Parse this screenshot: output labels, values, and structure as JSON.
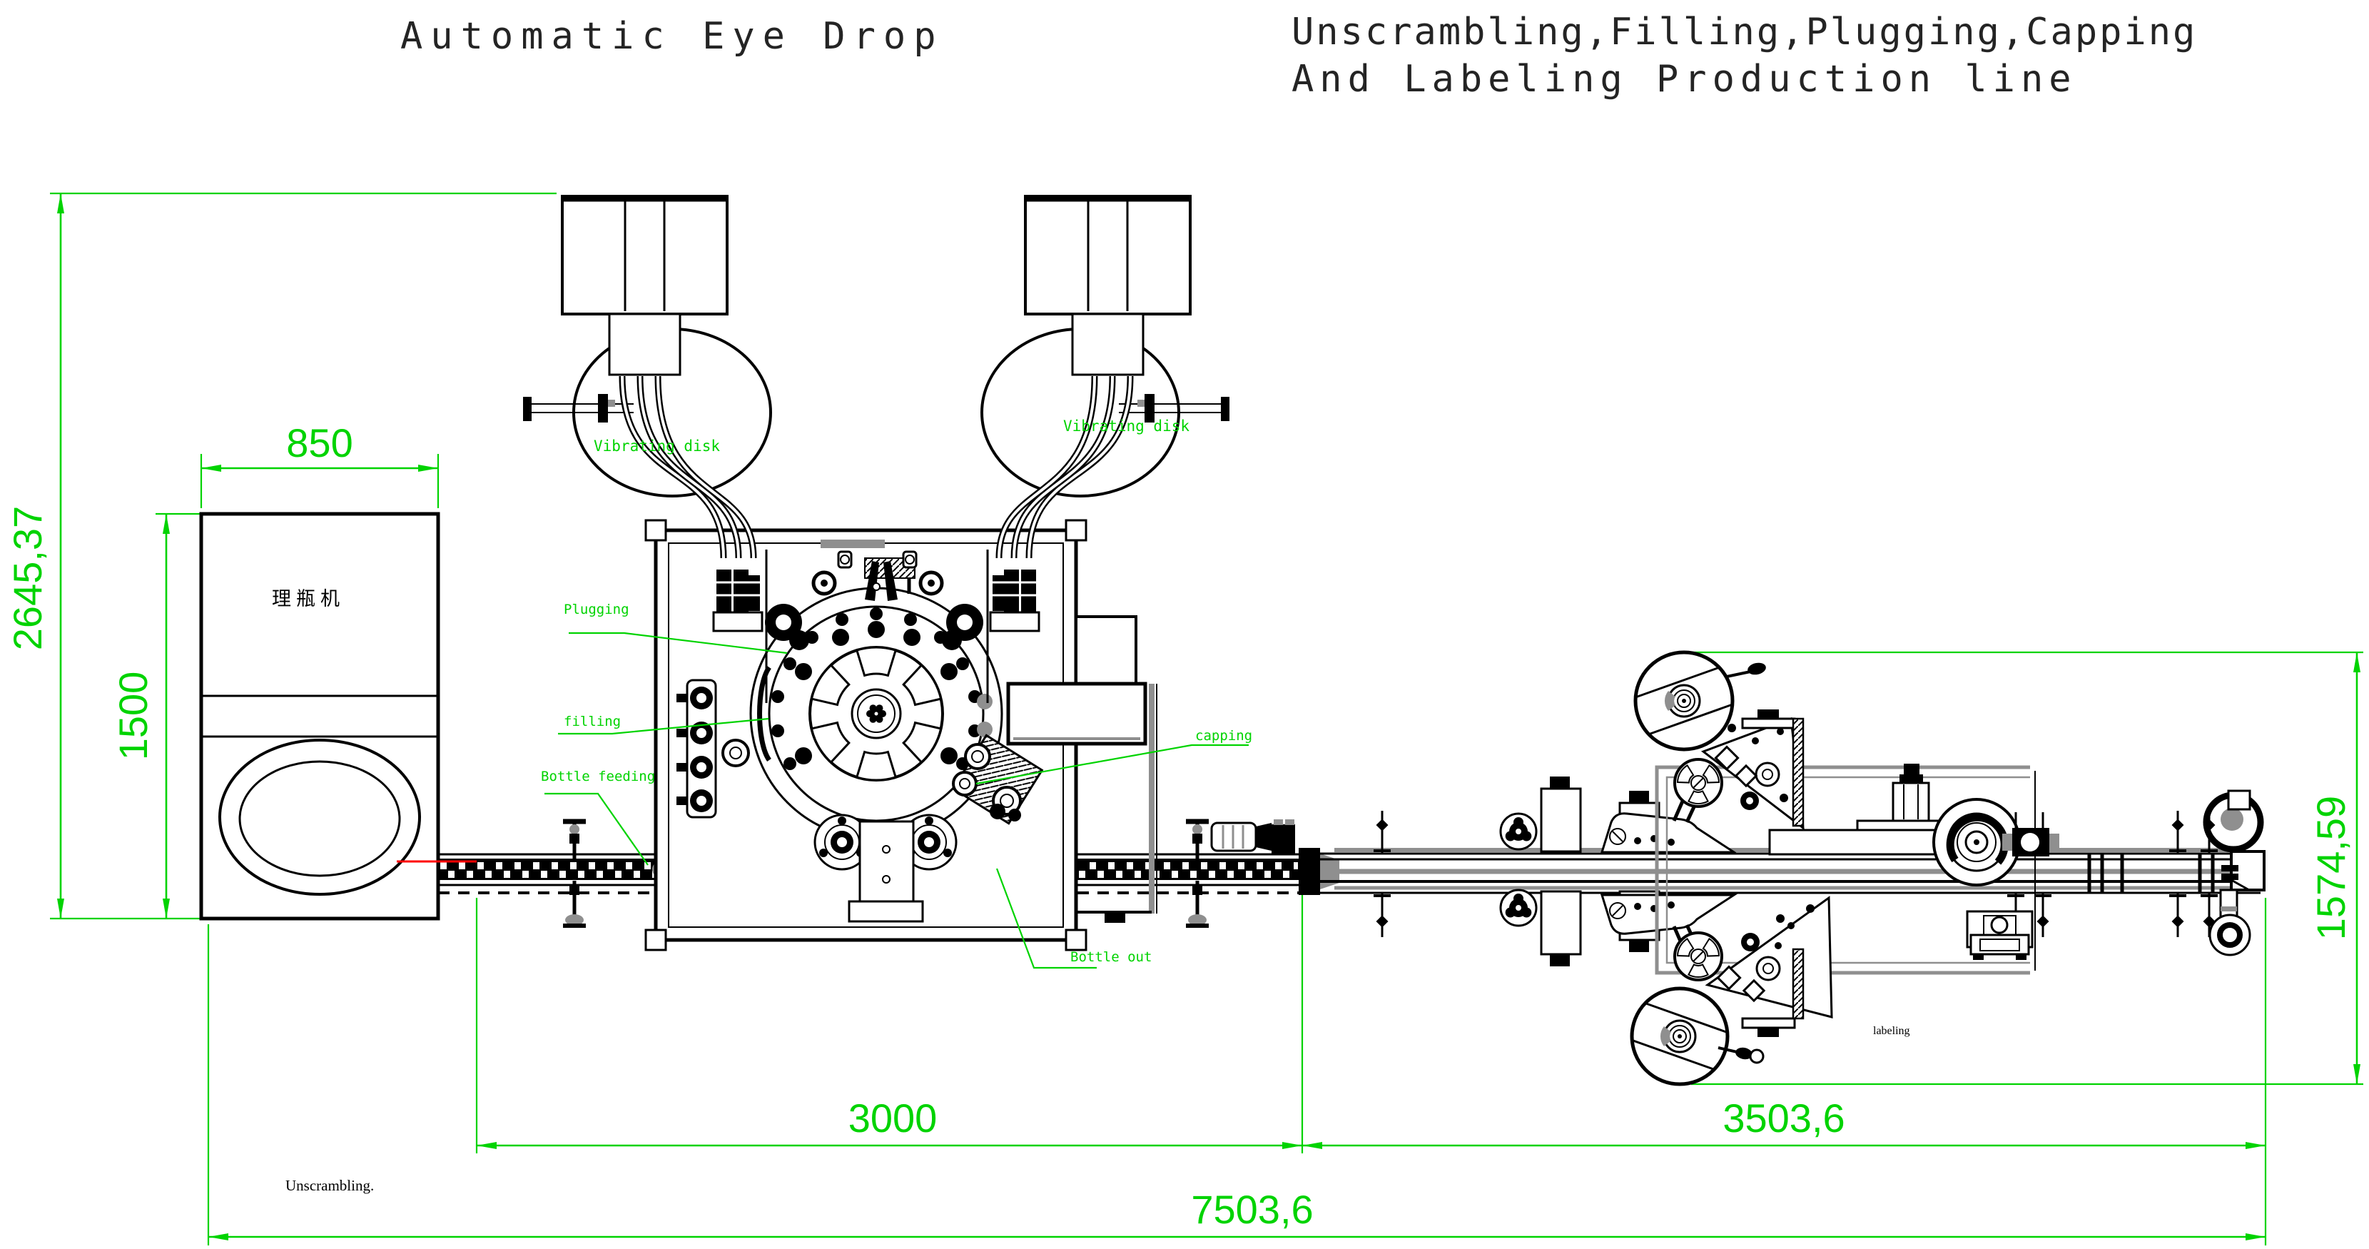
{
  "titles": {
    "left": "Automatic Eye Drop",
    "right_line1": "Unscrambling,Filling,Plugging,Capping",
    "right_line2": "And Labeling Production line"
  },
  "dims": {
    "overall_height": "2645,37",
    "unscrambler_width": "850",
    "unscrambler_depth": "1500",
    "filling_section": "3000",
    "labeling_section": "3503,6",
    "total_length": "7503,6",
    "labeler_height": "1574,59"
  },
  "labels": {
    "vibrating_disk": "Vibrating disk",
    "plugging": "Plugging",
    "filling": "filling",
    "bottle_feeding": "Bottle feeding",
    "capping": "capping",
    "bottle_out": "Bottle out",
    "labeling": "labeling",
    "unscrambling_en": "Unscrambling.",
    "unscrambler_cn": "理瓶机"
  },
  "colors": {
    "dimension_green": "#00d300",
    "machine_black": "#000000",
    "frame_gray": "#8f8f8f",
    "accent_red": "#ff0000",
    "background": "#ffffff"
  }
}
